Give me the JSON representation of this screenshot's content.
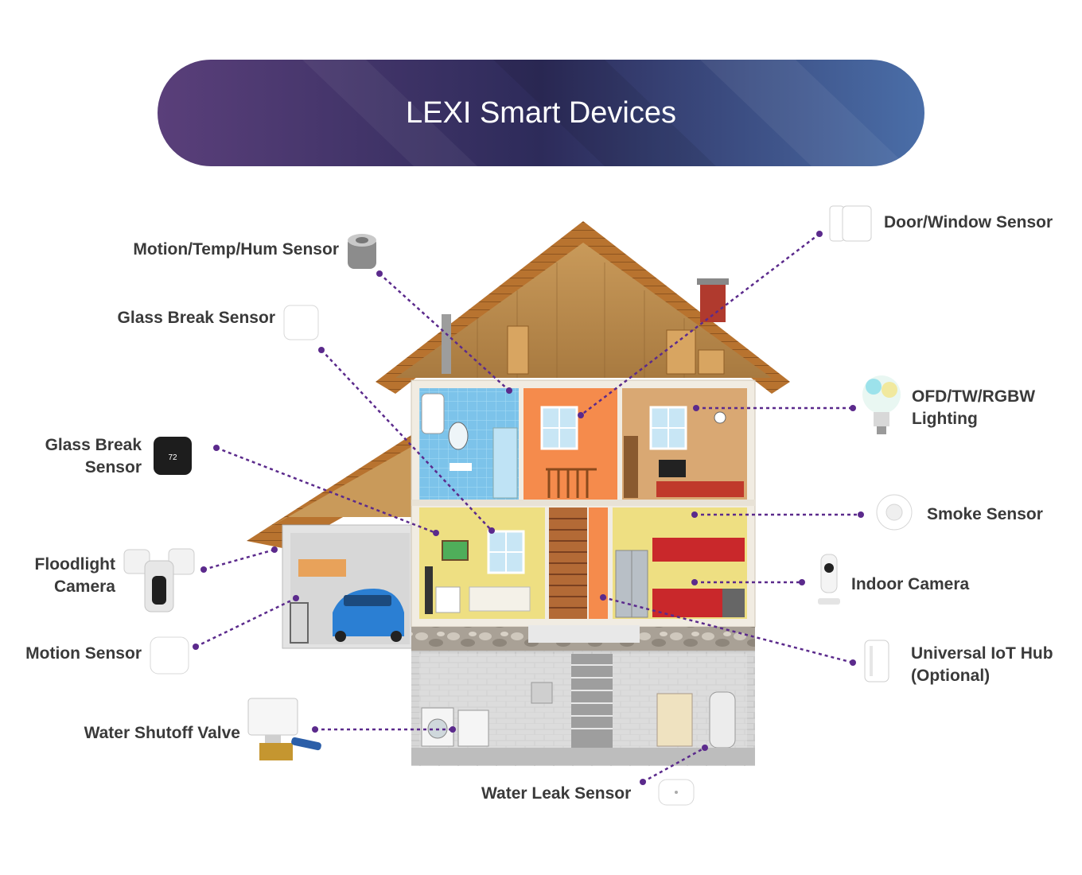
{
  "banner": {
    "title": "LEXI Smart Devices"
  },
  "devices": {
    "motion_temp_hum": "Motion/Temp/Hum Sensor",
    "glass_break_1": "Glass Break Sensor",
    "glass_break_2": "Glass Break\nSensor",
    "floodlight_camera": "Floodlight\nCamera",
    "motion_sensor": "Motion Sensor",
    "water_shutoff": "Water Shutoff Valve",
    "water_leak": "Water Leak Sensor",
    "door_window": "Door/Window Sensor",
    "lighting": "OFD/TW/RGBW\nLighting",
    "smoke": "Smoke Sensor",
    "indoor_camera": "Indoor Camera",
    "iot_hub": "Universal IoT Hub\n(Optional)"
  },
  "colors": {
    "banner_left": "#5a3f7a",
    "banner_mid": "#2d2b5a",
    "banner_right": "#4a6ea8",
    "connector": "#5b2a8c",
    "label_text": "#3a3a3a"
  }
}
